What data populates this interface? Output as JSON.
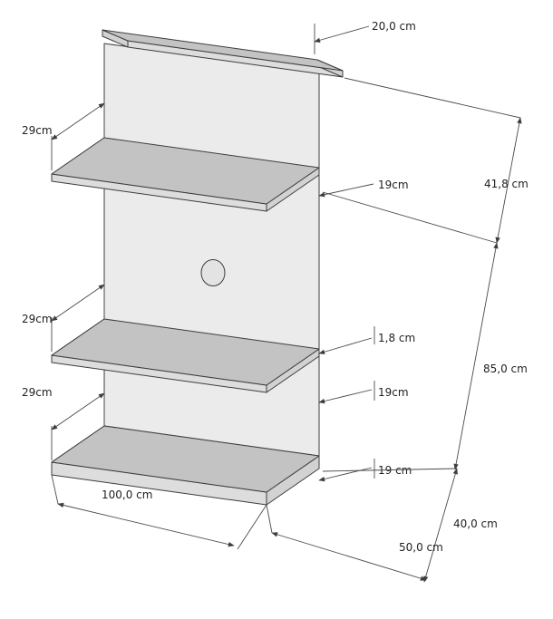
{
  "diagram": {
    "labels": {
      "top_shelf_depth": "20,0 cm",
      "upper_shelf_depth": "29cm",
      "upper_right_offset": "19cm",
      "upper_section_height": "41,8 cm",
      "middle_shelf_depth": "29cm",
      "board_thickness": "1,8 cm",
      "middle_right_offset": "19cm",
      "bottom_shelf_depth": "29cm",
      "bottom_right_offset": "19 cm",
      "lower_section_height": "40,0 cm",
      "overall_height": "85,0 cm",
      "overall_width": "100,0 cm",
      "half_width": "50,0 cm"
    },
    "colors": {
      "background": "#ffffff",
      "panel_face": "#ebebeb",
      "shelf_top": "#c3c3c3",
      "shelf_front": "#dddddd",
      "shelf_end": "#d2d2d2",
      "hole_fill": "#e3e3e3",
      "outline": "#3d3d3d",
      "dimension_line": "#4a4a4a",
      "text": "#1f1f1f"
    }
  }
}
